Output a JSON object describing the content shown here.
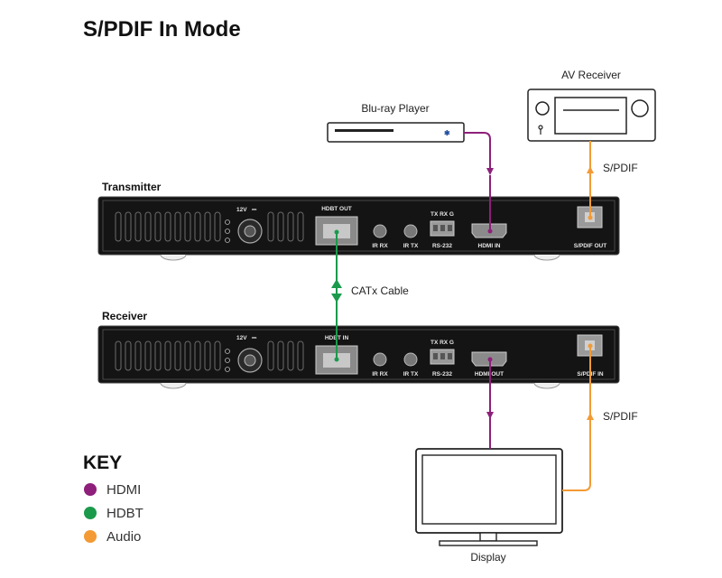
{
  "title": "S/PDIF In Mode",
  "devices": {
    "transmitter": "Transmitter",
    "receiver": "Receiver",
    "bluray": "Blu-ray Player",
    "av_receiver": "AV Receiver",
    "display": "Display"
  },
  "ports": {
    "power": "12V",
    "hdbt_out": "HDBT OUT",
    "hdbt_in": "HDBT IN",
    "ir_rx": "IR RX",
    "ir_tx": "IR TX",
    "rs232": "RS-232",
    "rs232_pins": "TX  RX  G",
    "hdmi_in": "HDMI IN",
    "hdmi_out": "HDMI OUT",
    "spdif_out": "S/PDIF OUT",
    "spdif_in": "S/PDIF IN"
  },
  "connections": {
    "catx": "CATx Cable",
    "spdif_top": "S/PDIF",
    "spdif_bottom": "S/PDIF"
  },
  "key": {
    "heading": "KEY",
    "items": [
      {
        "label": "HDMI",
        "color": "#8e1f7b"
      },
      {
        "label": "HDBT",
        "color": "#1b9a4c"
      },
      {
        "label": "Audio",
        "color": "#f39a34"
      }
    ]
  },
  "colors": {
    "hdmi": "#8e1f7b",
    "hdbt": "#1b9a4c",
    "audio": "#f39a34",
    "device": "#1a1a1a"
  }
}
